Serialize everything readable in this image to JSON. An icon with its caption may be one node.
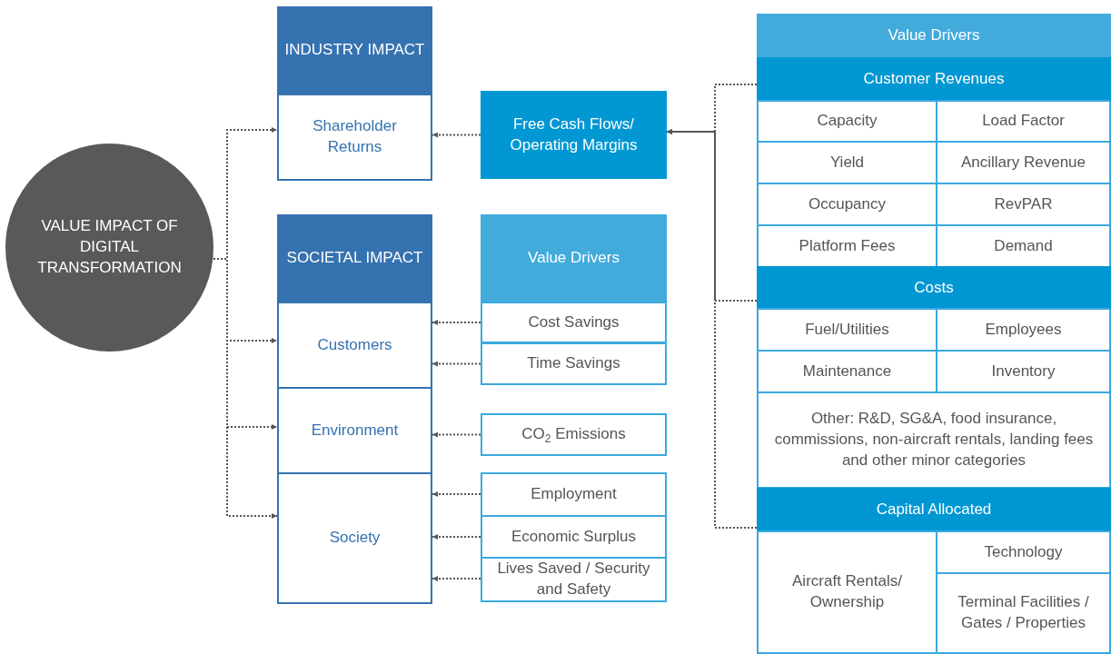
{
  "diagram": {
    "nodes": [
      {
        "text": [
          "VALUE IMPACT OF DIGITAL TRANSFORMATION"
        ]
      },
      {
        "text": [
          "INDUSTRY IMPACT"
        ]
      },
      {
        "text": [
          "Shareholder Returns"
        ]
      },
      {
        "text": [
          "SOCIETAL IMPACT"
        ]
      },
      {
        "text": [
          "Customers"
        ]
      },
      {
        "text": [
          "Environment"
        ]
      },
      {
        "text": [
          "Society"
        ]
      },
      {
        "text": [
          "Free Cash Flows/ Operating Margins"
        ]
      },
      {
        "text": [
          "Value Drivers"
        ]
      },
      {
        "text": [
          "Cost Savings"
        ]
      },
      {
        "text": [
          "Time Savings"
        ]
      },
      {
        "text": [
          "CO$_{2}$ Emissions"
        ]
      },
      {
        "text": [
          "Employment"
        ]
      },
      {
        "text": [
          "Economic Surplus"
        ]
      },
      {
        "text": [
          "Lives Saved / Security and Safety"
        ]
      },
      {
        "text": [
          "Value Drivers"
        ]
      },
      {
        "text": [
          "Customer Revenues"
        ]
      },
      {
        "text": [
          "Capacity"
        ]
      },
      {
        "text": [
          "Load Factor"
        ]
      },
      {
        "text": [
          "Yield"
        ]
      },
      {
        "text": [
          "Ancillary Revenue"
        ]
      },
      {
        "text": [
          "Occupancy"
        ]
      },
      {
        "text": [
          "RevPAR"
        ]
      },
      {
        "text": [
          "Platform Fees"
        ]
      },
      {
        "text": [
          "Demand"
        ]
      },
      {
        "text": [
          "Costs"
        ]
      },
      {
        "text": [
          "Fuel/Utilities"
        ]
      },
      {
        "text": [
          "Employees"
        ]
      },
      {
        "text": [
          "Maintenance"
        ]
      },
      {
        "text": [
          "Inventory"
        ]
      },
      {
        "text": [
          "Other: R&D, SG&A, food insurance, commissions, non-aircraft rentals, landing fees and other minor categories"
        ]
      },
      {
        "text": [
          "Capital Allocated"
        ]
      },
      {
        "text": [
          "Aircraft Rentals/ Ownership"
        ]
      },
      {
        "text": [
          "Technology"
        ]
      },
      {
        "text": [
          "Terminal Facilities / Gates / Properties"
        ]
      }
    ],
    "edges": [
      {
        "from": 0,
        "to": 2,
        "arrow": "to"
      },
      {
        "from": 0,
        "to": 4,
        "arrow": "to"
      },
      {
        "from": 0,
        "to": 5,
        "arrow": "to"
      },
      {
        "from": 0,
        "to": 6,
        "arrow": "to"
      },
      {
        "from": 7,
        "to": 2,
        "arrow": "to"
      },
      {
        "from": 9,
        "to": 4,
        "arrow": "to"
      },
      {
        "from": 10,
        "to": 4,
        "arrow": "to"
      },
      {
        "from": 11,
        "to": 5,
        "arrow": "to"
      },
      {
        "from": 12,
        "to": 6,
        "arrow": "to"
      },
      {
        "from": 13,
        "to": 6,
        "arrow": "to"
      },
      {
        "from": 14,
        "to": 6,
        "arrow": "to"
      },
      {
        "from": 16,
        "to": 7,
        "arrow": "to"
      },
      {
        "from": 25,
        "to": 7,
        "arrow": "to"
      },
      {
        "from": 31,
        "to": 7,
        "arrow": "to"
      }
    ]
  }
}
